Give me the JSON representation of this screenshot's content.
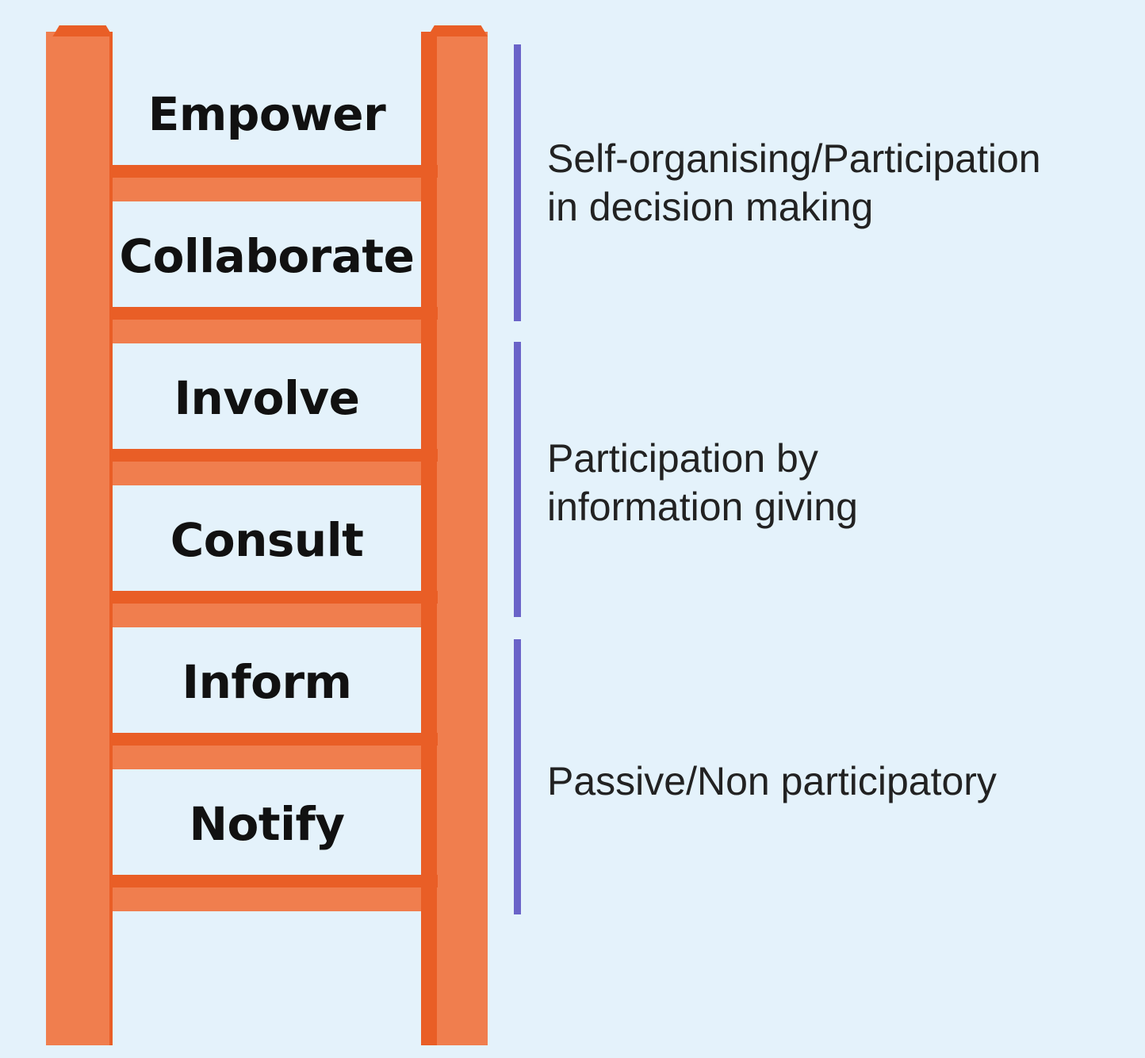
{
  "ladder": {
    "steps": [
      {
        "label": "Empower"
      },
      {
        "label": "Collaborate"
      },
      {
        "label": "Involve"
      },
      {
        "label": "Consult"
      },
      {
        "label": "Inform"
      },
      {
        "label": "Notify"
      }
    ]
  },
  "groups": [
    {
      "lines": [
        "Self-organising/Participation",
        "in decision making"
      ]
    },
    {
      "lines": [
        "Participation by",
        "information giving"
      ]
    },
    {
      "lines": [
        "Passive/Non participatory"
      ]
    }
  ],
  "colors": {
    "background": "#e4f2fb",
    "ladder_light": "#f07e4e",
    "ladder_dark": "#e95e26",
    "bracket": "#6a63c8"
  }
}
